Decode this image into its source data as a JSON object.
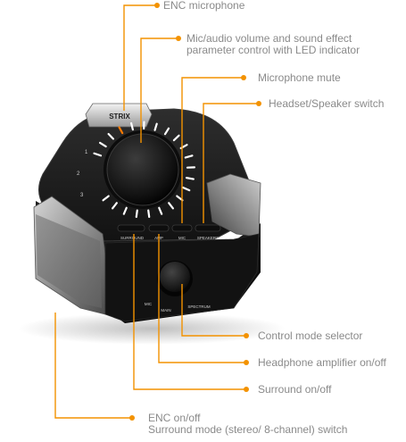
{
  "device": {
    "logo_text": "STRIX",
    "button_labels": [
      "SURROUND",
      "AMP",
      "MIC",
      "SPEAKERS"
    ],
    "knob_labels": [
      "MIC",
      "MAIN",
      "SPECTRUM"
    ]
  },
  "callouts": [
    {
      "id": "enc-microphone",
      "lines": [
        "ENC microphone"
      ]
    },
    {
      "id": "volume-control",
      "lines": [
        "Mic/audio volume and sound effect",
        "parameter control with LED indicator"
      ]
    },
    {
      "id": "microphone-mute",
      "lines": [
        "Microphone mute"
      ]
    },
    {
      "id": "headset-switch",
      "lines": [
        "Headset/Speaker switch"
      ]
    },
    {
      "id": "control-mode-selector",
      "lines": [
        "Control mode selector"
      ]
    },
    {
      "id": "headphone-amp",
      "lines": [
        "Headphone amplifier on/off"
      ]
    },
    {
      "id": "surround",
      "lines": [
        "Surround on/off"
      ]
    },
    {
      "id": "enc-surround-mode",
      "lines": [
        "ENC on/off",
        "Surround mode (stereo/ 8-channel) switch"
      ]
    }
  ],
  "colors": {
    "accent": "#f39200",
    "label": "#8a8a8a",
    "body": "#1b1b1b",
    "led": "#ffffff",
    "led_active": "#ff7a00"
  }
}
